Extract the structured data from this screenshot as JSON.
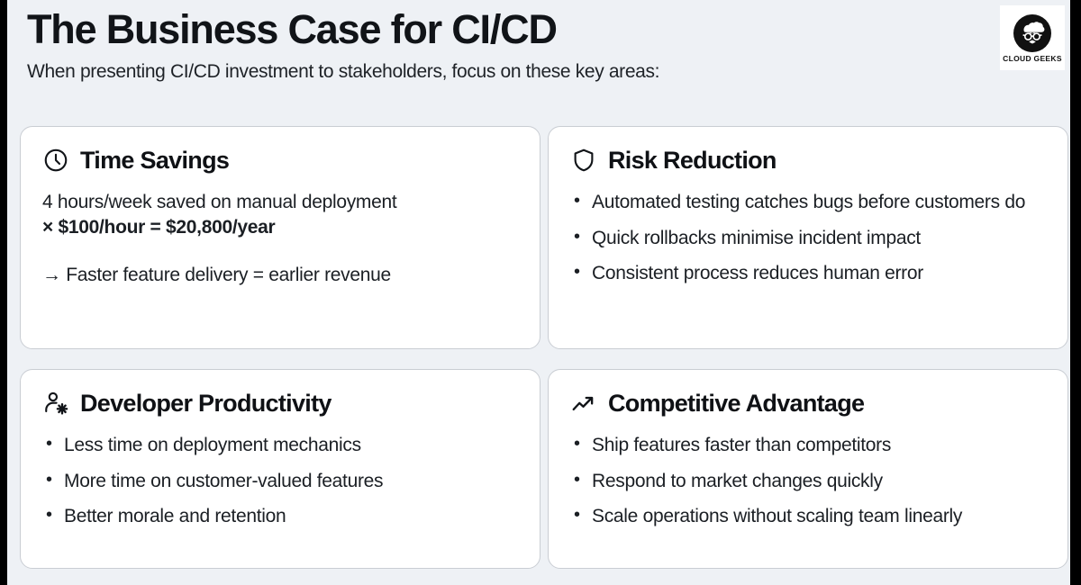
{
  "header": {
    "title": "The Business Case for CI/CD",
    "subtitle": "When presenting CI/CD investment to stakeholders, focus on these key areas:"
  },
  "brand": {
    "name": "CLOUD GEEKS",
    "logo_icon": "cloud-geeks-avatar-icon"
  },
  "theme": {
    "frame_color": "#000000",
    "background_color": "#eef1f5",
    "card_background": "#ffffff",
    "card_border": "#c9cdd3",
    "text_color": "#1b1f24",
    "heading_color": "#0f1115"
  },
  "cards": [
    {
      "icon": "clock-icon",
      "title": "Time Savings",
      "type": "stat",
      "stat_lines": [
        {
          "text": "4 hours/week saved on manual deployment",
          "emphasis": false
        },
        {
          "text": "× $100/hour = $20,800/year",
          "emphasis": true
        }
      ],
      "conclusion": "→ Faster feature delivery = earlier revenue"
    },
    {
      "icon": "shield-icon",
      "title": "Risk Reduction",
      "type": "bullets",
      "bullets": [
        "Automated testing catches bugs before customers do",
        "Quick rollbacks minimise incident impact",
        "Consistent process reduces human error"
      ]
    },
    {
      "icon": "user-cog-icon",
      "title": "Developer Productivity",
      "type": "bullets",
      "bullets": [
        "Less time on deployment mechanics",
        "More time on customer-valued features",
        "Better morale and retention"
      ]
    },
    {
      "icon": "trending-up-icon",
      "title": "Competitive Advantage",
      "type": "bullets",
      "bullets": [
        "Ship features faster than competitors",
        "Respond to market changes quickly",
        "Scale operations without scaling team linearly"
      ]
    }
  ]
}
